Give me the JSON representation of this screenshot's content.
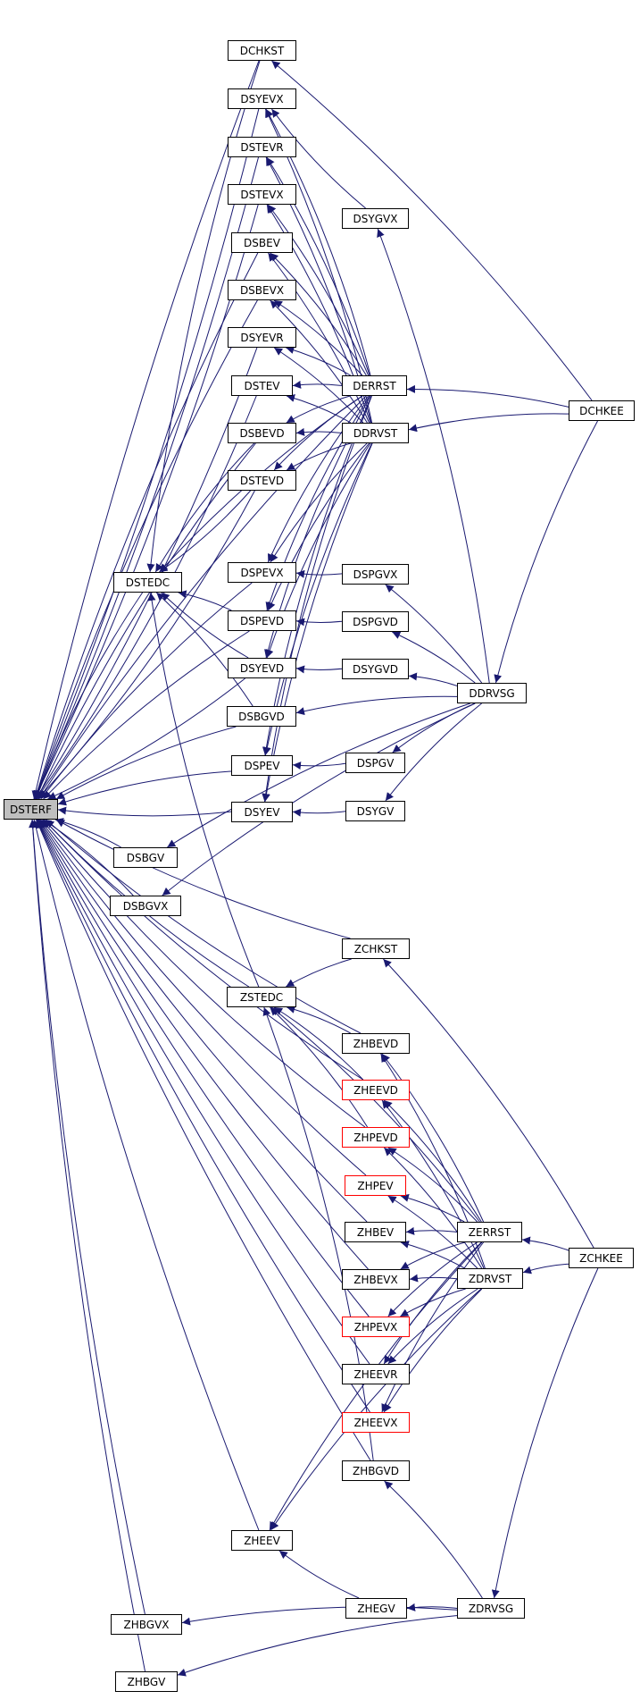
{
  "colors": {
    "edge": "#191970",
    "node_border": "#000000",
    "node_border_red": "#ff0000",
    "root_fill": "#bfbfbf"
  },
  "nodes": {
    "DSTERF": {
      "label": "DSTERF",
      "style": "root"
    },
    "DCHKST": {
      "label": "DCHKST"
    },
    "DSYEVX": {
      "label": "DSYEVX"
    },
    "DSTEVR": {
      "label": "DSTEVR"
    },
    "DSTEVX": {
      "label": "DSTEVX"
    },
    "DSBEV": {
      "label": "DSBEV"
    },
    "DSBEVX": {
      "label": "DSBEVX"
    },
    "DSYEVR": {
      "label": "DSYEVR"
    },
    "DSTEV": {
      "label": "DSTEV"
    },
    "DSBEVD": {
      "label": "DSBEVD"
    },
    "DSTEVD": {
      "label": "DSTEVD"
    },
    "DSTEDC": {
      "label": "DSTEDC"
    },
    "DSPEVX": {
      "label": "DSPEVX"
    },
    "DSPEVD": {
      "label": "DSPEVD"
    },
    "DSYEVD": {
      "label": "DSYEVD"
    },
    "DSBGVD": {
      "label": "DSBGVD"
    },
    "DSPEV": {
      "label": "DSPEV"
    },
    "DSYEV": {
      "label": "DSYEV"
    },
    "DSBGV": {
      "label": "DSBGV"
    },
    "DSBGVX": {
      "label": "DSBGVX"
    },
    "DSYGVX": {
      "label": "DSYGVX"
    },
    "DERRST": {
      "label": "DERRST"
    },
    "DDRVST": {
      "label": "DDRVST"
    },
    "DSPGVX": {
      "label": "DSPGVX"
    },
    "DSPGVD": {
      "label": "DSPGVD"
    },
    "DSYGVD": {
      "label": "DSYGVD"
    },
    "DSPGV": {
      "label": "DSPGV"
    },
    "DSYGV": {
      "label": "DSYGV"
    },
    "DDRVSG": {
      "label": "DDRVSG"
    },
    "DCHKEE": {
      "label": "DCHKEE"
    },
    "ZCHKST": {
      "label": "ZCHKST"
    },
    "ZSTEDC": {
      "label": "ZSTEDC"
    },
    "ZHBEVD": {
      "label": "ZHBEVD"
    },
    "ZHEEVD": {
      "label": "ZHEEVD",
      "style": "red"
    },
    "ZHPEVD": {
      "label": "ZHPEVD",
      "style": "red"
    },
    "ZHPEV": {
      "label": "ZHPEV",
      "style": "red"
    },
    "ZHBEV": {
      "label": "ZHBEV"
    },
    "ZHBEVX": {
      "label": "ZHBEVX"
    },
    "ZHPEVX": {
      "label": "ZHPEVX",
      "style": "red"
    },
    "ZHEEVR": {
      "label": "ZHEEVR"
    },
    "ZHEEVX": {
      "label": "ZHEEVX",
      "style": "red"
    },
    "ZHBGVD": {
      "label": "ZHBGVD"
    },
    "ZHEEV": {
      "label": "ZHEEV"
    },
    "ZHEGV": {
      "label": "ZHEGV"
    },
    "ZHBGVX": {
      "label": "ZHBGVX"
    },
    "ZHBGV": {
      "label": "ZHBGV"
    },
    "ZERRST": {
      "label": "ZERRST"
    },
    "ZDRVST": {
      "label": "ZDRVST"
    },
    "ZDRVSG": {
      "label": "ZDRVSG"
    },
    "ZCHKEE": {
      "label": "ZCHKEE"
    }
  },
  "edges": [
    [
      "DCHKST",
      "DSTERF"
    ],
    [
      "DSYEVX",
      "DSTERF"
    ],
    [
      "DSTEVR",
      "DSTERF"
    ],
    [
      "DSTEVX",
      "DSTERF"
    ],
    [
      "DSBEV",
      "DSTERF"
    ],
    [
      "DSBEVX",
      "DSTERF"
    ],
    [
      "DSYEVR",
      "DSTERF"
    ],
    [
      "DSTEV",
      "DSTERF"
    ],
    [
      "DSBEVD",
      "DSTERF"
    ],
    [
      "DSTEVD",
      "DSTERF"
    ],
    [
      "DSTEDC",
      "DSTERF"
    ],
    [
      "DSPEVX",
      "DSTERF"
    ],
    [
      "DSPEVD",
      "DSTERF"
    ],
    [
      "DSYEVD",
      "DSTERF"
    ],
    [
      "DSBGVD",
      "DSTERF"
    ],
    [
      "DSPEV",
      "DSTERF"
    ],
    [
      "DSYEV",
      "DSTERF"
    ],
    [
      "DSBGV",
      "DSTERF"
    ],
    [
      "DSBGVX",
      "DSTERF"
    ],
    [
      "DERRST",
      "DSTERF"
    ],
    [
      "ZCHKST",
      "DSTERF"
    ],
    [
      "ZSTEDC",
      "DSTERF"
    ],
    [
      "ZHBEVD",
      "DSTERF"
    ],
    [
      "ZHEEVD",
      "DSTERF"
    ],
    [
      "ZHPEVD",
      "DSTERF"
    ],
    [
      "ZHPEV",
      "DSTERF"
    ],
    [
      "ZHBEV",
      "DSTERF"
    ],
    [
      "ZHBEVX",
      "DSTERF"
    ],
    [
      "ZHPEVX",
      "DSTERF"
    ],
    [
      "ZHEEVR",
      "DSTERF"
    ],
    [
      "ZHEEVX",
      "DSTERF"
    ],
    [
      "ZHBGVD",
      "DSTERF"
    ],
    [
      "ZHEEV",
      "DSTERF"
    ],
    [
      "ZHBGVX",
      "DSTERF"
    ],
    [
      "ZHBGV",
      "DSTERF"
    ],
    [
      "DCHKST",
      "DSTEDC"
    ],
    [
      "DSBEVD",
      "DSTEDC"
    ],
    [
      "DSTEVD",
      "DSTEDC"
    ],
    [
      "DSPEVD",
      "DSTEDC"
    ],
    [
      "DSYEVD",
      "DSTEDC"
    ],
    [
      "DSBGVD",
      "DSTEDC"
    ],
    [
      "DERRST",
      "DSTEDC"
    ],
    [
      "ZSTEDC",
      "DSTEDC"
    ],
    [
      "DCHKEE",
      "DCHKST"
    ],
    [
      "DERRST",
      "DSYEVX"
    ],
    [
      "DDRVST",
      "DSYEVX"
    ],
    [
      "DSYGVX",
      "DSYEVX"
    ],
    [
      "DERRST",
      "DSTEVR"
    ],
    [
      "DDRVST",
      "DSTEVR"
    ],
    [
      "DERRST",
      "DSTEVX"
    ],
    [
      "DDRVST",
      "DSTEVX"
    ],
    [
      "DERRST",
      "DSBEV"
    ],
    [
      "DDRVST",
      "DSBEV"
    ],
    [
      "DERRST",
      "DSBEVX"
    ],
    [
      "DDRVST",
      "DSBEVX"
    ],
    [
      "DERRST",
      "DSYEVR"
    ],
    [
      "DDRVST",
      "DSYEVR"
    ],
    [
      "DERRST",
      "DSTEV"
    ],
    [
      "DDRVST",
      "DSTEV"
    ],
    [
      "DERRST",
      "DSBEVD"
    ],
    [
      "DDRVST",
      "DSBEVD"
    ],
    [
      "DERRST",
      "DSTEVD"
    ],
    [
      "DDRVST",
      "DSTEVD"
    ],
    [
      "DERRST",
      "DSPEVX"
    ],
    [
      "DDRVST",
      "DSPEVX"
    ],
    [
      "DSPGVX",
      "DSPEVX"
    ],
    [
      "DERRST",
      "DSPEVD"
    ],
    [
      "DDRVST",
      "DSPEVD"
    ],
    [
      "DSPGVD",
      "DSPEVD"
    ],
    [
      "DERRST",
      "DSYEVD"
    ],
    [
      "DDRVST",
      "DSYEVD"
    ],
    [
      "DSYGVD",
      "DSYEVD"
    ],
    [
      "DDRVSG",
      "DSBGVD"
    ],
    [
      "DERRST",
      "DSPEV"
    ],
    [
      "DDRVST",
      "DSPEV"
    ],
    [
      "DSPGV",
      "DSPEV"
    ],
    [
      "DERRST",
      "DSYEV"
    ],
    [
      "DDRVST",
      "DSYEV"
    ],
    [
      "DSYGV",
      "DSYEV"
    ],
    [
      "DDRVSG",
      "DSBGV"
    ],
    [
      "DDRVSG",
      "DSBGVX"
    ],
    [
      "DDRVSG",
      "DSYGVX"
    ],
    [
      "DDRVSG",
      "DSPGVX"
    ],
    [
      "DDRVSG",
      "DSPGVD"
    ],
    [
      "DDRVSG",
      "DSYGVD"
    ],
    [
      "DDRVSG",
      "DSPGV"
    ],
    [
      "DDRVSG",
      "DSYGV"
    ],
    [
      "DCHKEE",
      "DERRST"
    ],
    [
      "DCHKEE",
      "DDRVST"
    ],
    [
      "DCHKEE",
      "DDRVSG"
    ],
    [
      "ZCHKEE",
      "ZCHKST"
    ],
    [
      "ZCHKST",
      "ZSTEDC"
    ],
    [
      "ZHBEVD",
      "ZSTEDC"
    ],
    [
      "ZHEEVD",
      "ZSTEDC"
    ],
    [
      "ZHPEVD",
      "ZSTEDC"
    ],
    [
      "ZHBGVD",
      "ZSTEDC"
    ],
    [
      "ZERRST",
      "ZSTEDC"
    ],
    [
      "ZERRST",
      "ZHBEVD"
    ],
    [
      "ZDRVST",
      "ZHBEVD"
    ],
    [
      "ZERRST",
      "ZHEEVD"
    ],
    [
      "ZDRVST",
      "ZHEEVD"
    ],
    [
      "ZERRST",
      "ZHPEVD"
    ],
    [
      "ZDRVST",
      "ZHPEVD"
    ],
    [
      "ZERRST",
      "ZHPEV"
    ],
    [
      "ZDRVST",
      "ZHPEV"
    ],
    [
      "ZERRST",
      "ZHBEV"
    ],
    [
      "ZDRVST",
      "ZHBEV"
    ],
    [
      "ZERRST",
      "ZHBEVX"
    ],
    [
      "ZDRVST",
      "ZHBEVX"
    ],
    [
      "ZERRST",
      "ZHPEVX"
    ],
    [
      "ZDRVST",
      "ZHPEVX"
    ],
    [
      "ZERRST",
      "ZHEEVR"
    ],
    [
      "ZDRVST",
      "ZHEEVR"
    ],
    [
      "ZERRST",
      "ZHEEVX"
    ],
    [
      "ZDRVST",
      "ZHEEVX"
    ],
    [
      "ZDRVSG",
      "ZHBGVD"
    ],
    [
      "ZERRST",
      "ZHEEV"
    ],
    [
      "ZDRVST",
      "ZHEEV"
    ],
    [
      "ZHEGV",
      "ZHEEV"
    ],
    [
      "ZDRVSG",
      "ZHEGV"
    ],
    [
      "ZDRVSG",
      "ZHBGVX"
    ],
    [
      "ZDRVSG",
      "ZHBGV"
    ],
    [
      "ZCHKEE",
      "ZERRST"
    ],
    [
      "ZCHKEE",
      "ZDRVST"
    ],
    [
      "ZCHKEE",
      "ZDRVSG"
    ]
  ]
}
